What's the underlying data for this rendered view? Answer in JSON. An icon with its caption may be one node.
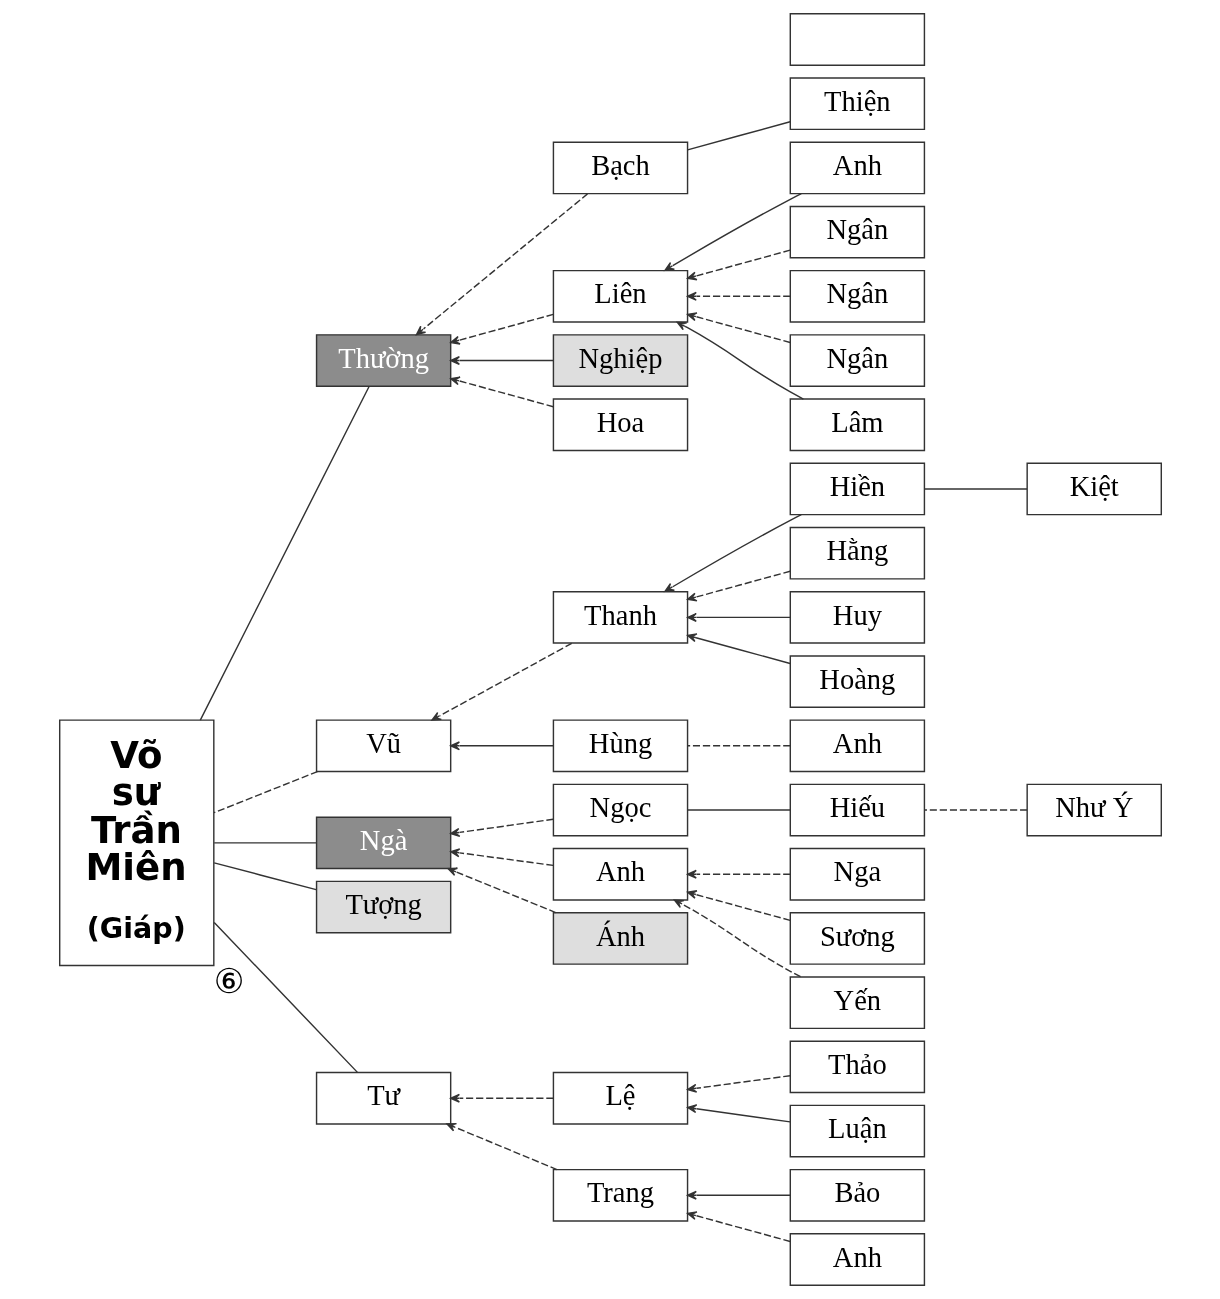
{
  "diagram": {
    "nodes": [
      {
        "text": [
          "Võ sư Trần Miên",
          "(Giáp)"
        ],
        "beside": [
          "⑥"
        ]
      },
      {
        "text": [
          "Thường"
        ]
      },
      {
        "text": [
          "Vũ"
        ]
      },
      {
        "text": [
          "Ngà"
        ]
      },
      {
        "text": [
          "Tượng"
        ]
      },
      {
        "text": [
          "Tư"
        ]
      },
      {
        "text": [
          "Bạch"
        ]
      },
      {
        "text": [
          "Liên"
        ]
      },
      {
        "text": [
          "Nghiệp"
        ]
      },
      {
        "text": [
          "Hoa"
        ]
      },
      {
        "text": [
          "Thanh"
        ]
      },
      {
        "text": [
          "Hùng"
        ]
      },
      {
        "text": [
          "Ngọc"
        ]
      },
      {
        "text": [
          "Anh"
        ]
      },
      {
        "text": [
          "Ánh"
        ]
      },
      {
        "text": [
          "Lệ"
        ]
      },
      {
        "text": [
          "Trang"
        ]
      },
      {
        "text": [
          "Thiện"
        ]
      },
      {
        "text": [
          "Anh"
        ]
      },
      {
        "text": [
          "Ngân"
        ]
      },
      {
        "text": [
          "Ngân"
        ]
      },
      {
        "text": [
          "Ngân"
        ]
      },
      {
        "text": [
          "Lâm"
        ]
      },
      {
        "text": [],
        "shape": "box"
      },
      {
        "text": [
          "Hiền"
        ]
      },
      {
        "text": [
          "Hằng"
        ]
      },
      {
        "text": [
          "Huy"
        ]
      },
      {
        "text": [
          "Hoàng"
        ]
      },
      {
        "text": [
          "Anh"
        ]
      },
      {
        "text": [
          "Hiếu"
        ]
      },
      {
        "text": [
          "Nga"
        ]
      },
      {
        "text": [
          "Sương"
        ]
      },
      {
        "text": [
          "Yến"
        ]
      },
      {
        "text": [
          "Thảo"
        ]
      },
      {
        "text": [
          "Luận"
        ]
      },
      {
        "text": [
          "Bảo"
        ]
      },
      {
        "text": [
          "Anh"
        ]
      },
      {
        "text": [
          "Kiệt"
        ]
      },
      {
        "text": [
          "Như Ý"
        ]
      }
    ],
    "edges": [
      {
        "from": 1,
        "to": 0,
        "arrow": "none"
      },
      {
        "from": 2,
        "to": 0,
        "arrow": "none",
        "style": "dashed"
      },
      {
        "from": 3,
        "to": 0,
        "arrow": "none"
      },
      {
        "from": 4,
        "to": 0,
        "arrow": "none"
      },
      {
        "from": 5,
        "to": 0,
        "arrow": "none"
      },
      {
        "from": 6,
        "to": 1,
        "arrow": "to",
        "style": "dashed"
      },
      {
        "from": 7,
        "to": 1,
        "arrow": "to",
        "style": "dashed"
      },
      {
        "from": 8,
        "to": 1,
        "arrow": "to"
      },
      {
        "from": 9,
        "to": 1,
        "arrow": "to",
        "style": "dashed"
      },
      {
        "from": 10,
        "to": 2,
        "arrow": "to",
        "style": "dashed"
      },
      {
        "from": 11,
        "to": 2,
        "arrow": "to"
      },
      {
        "from": 12,
        "to": 3,
        "arrow": "to",
        "style": "dashed"
      },
      {
        "from": 13,
        "to": 3,
        "arrow": "to",
        "style": "dashed"
      },
      {
        "from": 14,
        "to": 3,
        "arrow": "to",
        "style": "dashed"
      },
      {
        "from": 15,
        "to": 5,
        "arrow": "to",
        "style": "dashed"
      },
      {
        "from": 16,
        "to": 5,
        "arrow": "to",
        "style": "dashed"
      },
      {
        "from": 17,
        "to": 6,
        "arrow": "none"
      },
      {
        "from": 18,
        "to": 7,
        "arrow": "to"
      },
      {
        "from": 19,
        "to": 7,
        "arrow": "to",
        "style": "dashed"
      },
      {
        "from": 20,
        "to": 7,
        "arrow": "to",
        "style": "dashed"
      },
      {
        "from": 21,
        "to": 7,
        "arrow": "to",
        "style": "dashed"
      },
      {
        "from": 22,
        "to": 7,
        "arrow": "to"
      },
      {
        "from": 24,
        "to": 10,
        "arrow": "to"
      },
      {
        "from": 25,
        "to": 10,
        "arrow": "to",
        "style": "dashed"
      },
      {
        "from": 26,
        "to": 10,
        "arrow": "to"
      },
      {
        "from": 27,
        "to": 10,
        "arrow": "to"
      },
      {
        "from": 28,
        "to": 11,
        "arrow": "none",
        "style": "dashed"
      },
      {
        "from": 29,
        "to": 12,
        "arrow": "none"
      },
      {
        "from": 30,
        "to": 13,
        "arrow": "to",
        "style": "dashed"
      },
      {
        "from": 31,
        "to": 13,
        "arrow": "to",
        "style": "dashed"
      },
      {
        "from": 32,
        "to": 13,
        "arrow": "to",
        "style": "dashed"
      },
      {
        "from": 33,
        "to": 15,
        "arrow": "to",
        "style": "dashed"
      },
      {
        "from": 34,
        "to": 15,
        "arrow": "to"
      },
      {
        "from": 35,
        "to": 16,
        "arrow": "to"
      },
      {
        "from": 36,
        "to": 16,
        "arrow": "to",
        "style": "dashed"
      },
      {
        "from": 37,
        "to": 24,
        "arrow": "none"
      },
      {
        "from": 38,
        "to": 29,
        "arrow": "none",
        "style": "dashed"
      }
    ]
  }
}
